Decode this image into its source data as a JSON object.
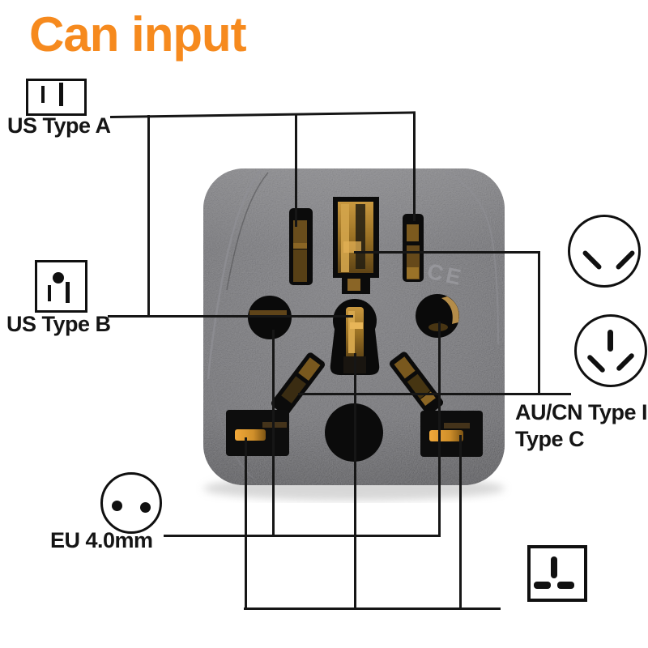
{
  "title": {
    "text": "Can input",
    "color": "#f68a1e"
  },
  "plug_types": {
    "us_type_a": {
      "label": "US Type A",
      "icon": "us-type-a-flat-blades-icon"
    },
    "us_type_b": {
      "label": "US Type B",
      "icon": "us-type-b-blades-ground-icon"
    },
    "au_two_pin": {
      "icon": "au-two-angled-pins-icon"
    },
    "au_cn_type_i": {
      "label": "AU/CN Type I",
      "icon": "au-cn-type-i-three-pins-icon"
    },
    "type_c": {
      "label": "Type C"
    },
    "eu": {
      "label": "EU 4.0mm",
      "icon": "eu-two-round-pins-icon"
    },
    "uk_type_g": {
      "icon": "uk-type-g-plug-icon"
    }
  },
  "socket": {
    "marking": "CE",
    "body_color": "#5e5e61",
    "hole_color": "#0b0b0b",
    "brass_color": "#cf9330"
  },
  "annotation": {
    "line_color": "#161616"
  }
}
